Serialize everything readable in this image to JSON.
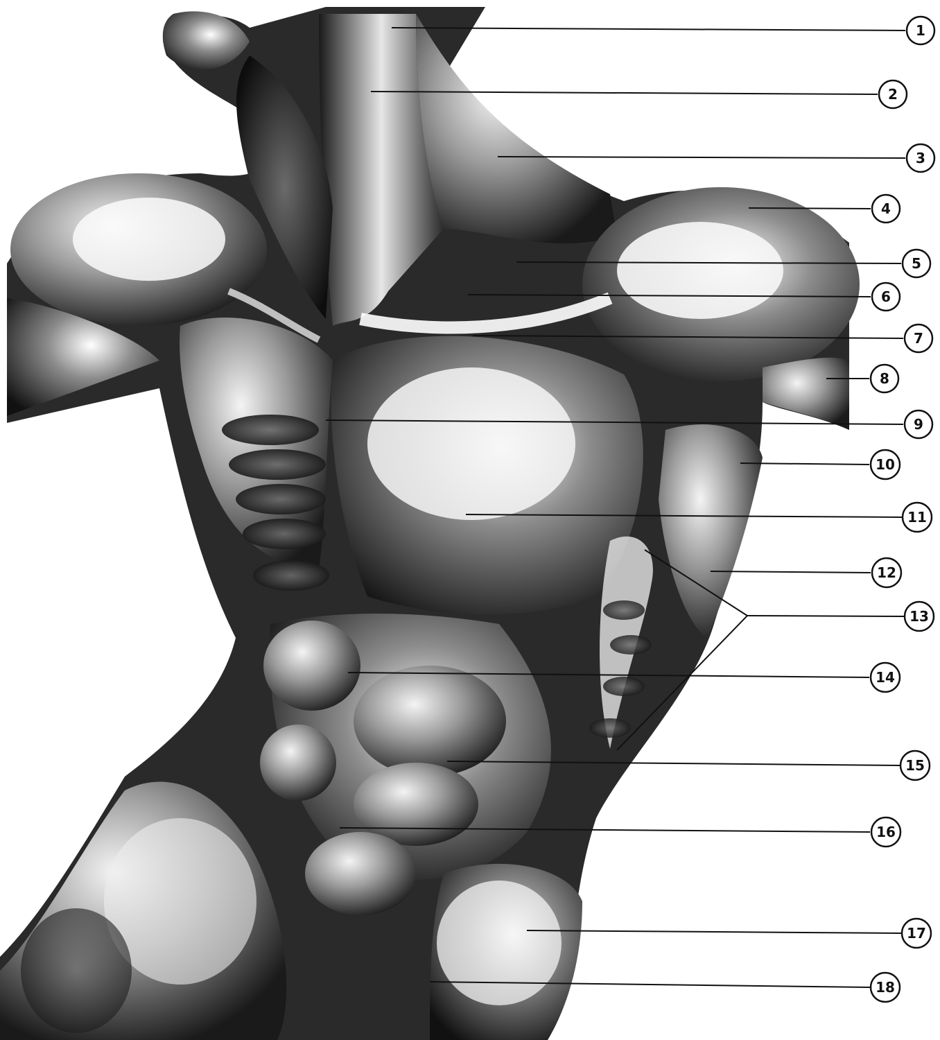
{
  "figure": {
    "subject": "anatomical-drawing-torso-muscles",
    "labels": [
      "1",
      "2",
      "3",
      "4",
      "5",
      "6",
      "7",
      "8",
      "9",
      "10",
      "11",
      "12",
      "13",
      "14",
      "15",
      "16",
      "17",
      "18"
    ]
  },
  "colors": {
    "ink": "#111111",
    "paper": "#ffffff"
  }
}
